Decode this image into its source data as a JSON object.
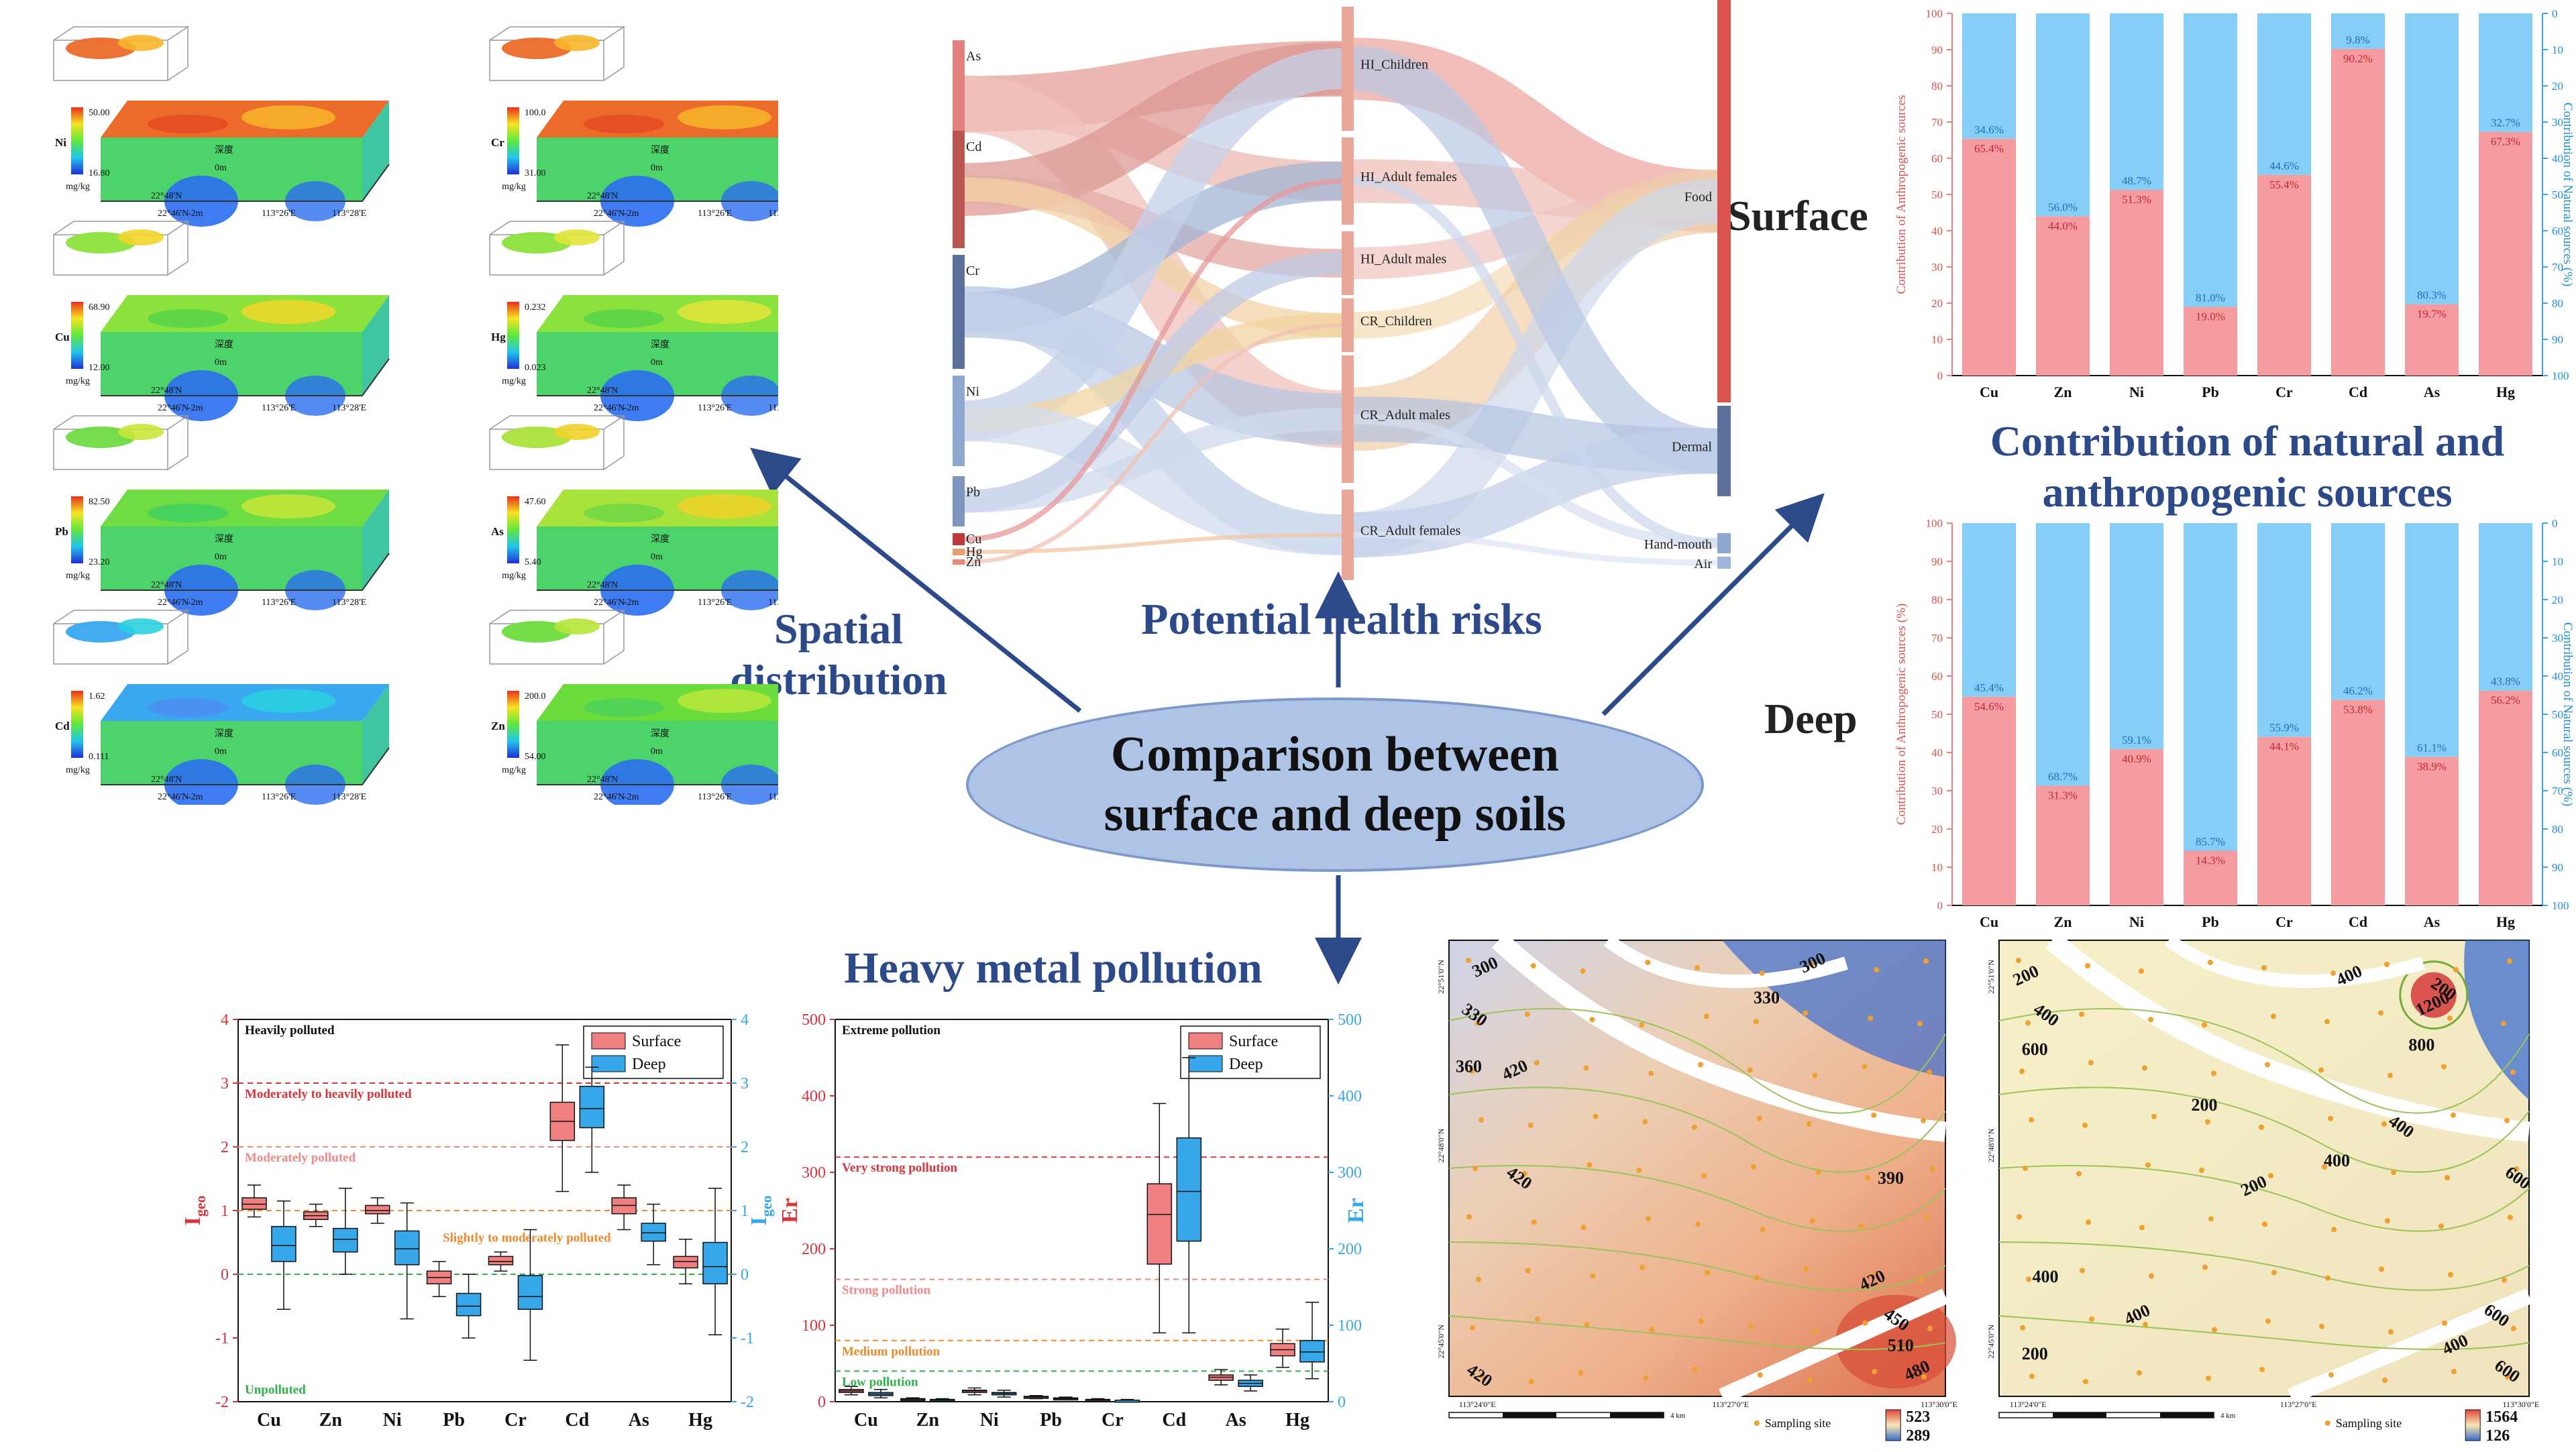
{
  "center": {
    "line1": "Comparison between",
    "line2": "surface and deep soils"
  },
  "titles": {
    "spatial_1": "Spatial",
    "spatial_2": "distribution",
    "health": "Potential  health risks",
    "contrib_1": "Contribution of natural and",
    "contrib_2": "anthropogenic sources",
    "pollution": "Heavy metal pollution",
    "surface": "Surface",
    "deep": "Deep"
  },
  "colors": {
    "arrow": "#2c4a8a",
    "surface": "#f07f80",
    "deep": "#36a8e9",
    "anthro": "#f59ca0",
    "natural": "#84cef8"
  },
  "maps3d": [
    {
      "el": "Ni",
      "max": "50.00",
      "min": "16.80",
      "unit": "mg/kg"
    },
    {
      "el": "Cr",
      "max": "100.0",
      "min": "31.00",
      "unit": "mg/kg"
    },
    {
      "el": "Cu",
      "max": "68.90",
      "min": "12.00",
      "unit": "mg/kg"
    },
    {
      "el": "Hg",
      "max": "0.232",
      "min": "0.023",
      "unit": "mg/kg"
    },
    {
      "el": "Pb",
      "max": "82.50",
      "min": "23.20",
      "unit": "mg/kg"
    },
    {
      "el": "As",
      "max": "47.60",
      "min": "5.40",
      "unit": "mg/kg"
    },
    {
      "el": "Cd",
      "max": "1.62",
      "min": "0.111",
      "unit": "mg/kg"
    },
    {
      "el": "Zn",
      "max": "200.0",
      "min": "54.00",
      "unit": "mg/kg"
    }
  ],
  "map3d_labels": {
    "lat1": "22°48'N",
    "lat2": "22°46'N",
    "lon1": "113°26'E",
    "lon2": "113°28'E",
    "depth": "深度",
    "d0": "0m",
    "d2": "-2m"
  },
  "sankey": {
    "left": [
      "As",
      "Cd",
      "Cr",
      "Ni",
      "Pb",
      "Cu",
      "Hg",
      "Zn"
    ],
    "middle": [
      "HI_Children",
      "HI_Adult females",
      "HI_Adult males",
      "CR_Children",
      "CR_Adult males",
      "CR_Adult females"
    ],
    "right": [
      "Food",
      "Dermal",
      "Hand-mouth",
      "Air"
    ]
  },
  "chart_data": [
    {
      "type": "bar",
      "title": "",
      "categories": [
        "Cu",
        "Zn",
        "Ni",
        "Pb",
        "Cr",
        "Cd",
        "As",
        "Hg"
      ],
      "ylabel": "Contribution of Anthropogenic sources",
      "y2label": "Contribution of Natural sources (%)",
      "ylim": [
        0,
        100
      ],
      "yticks": [
        "0",
        "10",
        "20",
        "30",
        "40",
        "50",
        "60",
        "70",
        "80",
        "90",
        "100"
      ],
      "series": [
        {
          "name": "",
          "values": [
            65.4,
            44.0,
            51.3,
            19.0,
            55.4,
            90.2,
            19.7,
            67.3
          ],
          "labels": [
            "65.4%",
            "44.0%",
            "51.3%",
            "19.0%",
            "55.4%",
            "90.2%",
            "19.7%",
            "67.3%"
          ]
        },
        {
          "name": "",
          "values": [
            34.6,
            56.0,
            48.7,
            81.0,
            44.6,
            9.8,
            80.3,
            32.7
          ],
          "labels": [
            "34.6%",
            "56.0%",
            "48.7%",
            "81.0%",
            "44.6%",
            "9.8%",
            "80.3%",
            "32.7%"
          ]
        }
      ]
    },
    {
      "type": "bar",
      "title": "",
      "categories": [
        "Cu",
        "Zn",
        "Ni",
        "Pb",
        "Cr",
        "Cd",
        "As",
        "Hg"
      ],
      "ylabel": "Contribution of Anthropogenic sources (%)",
      "y2label": "Contribution of Natural sources (%)",
      "ylim": [
        0,
        100
      ],
      "yticks": [
        "0",
        "10",
        "20",
        "30",
        "40",
        "50",
        "60",
        "70",
        "80",
        "90",
        "100"
      ],
      "series": [
        {
          "name": "",
          "values": [
            54.6,
            31.3,
            40.9,
            14.3,
            44.1,
            53.8,
            38.9,
            56.2
          ],
          "labels": [
            "54.6%",
            "31.3%",
            "40.9%",
            "14.3%",
            "44.1%",
            "53.8%",
            "38.9%",
            "56.2%"
          ]
        },
        {
          "name": "",
          "values": [
            45.4,
            68.7,
            59.1,
            85.7,
            55.9,
            46.2,
            61.1,
            43.8
          ],
          "labels": [
            "45.4%",
            "68.7%",
            "59.1%",
            "85.7%",
            "55.9%",
            "46.2%",
            "61.1%",
            "43.8%"
          ]
        }
      ]
    },
    {
      "type": "box",
      "title": "",
      "categories": [
        "Cu",
        "Zn",
        "Ni",
        "Pb",
        "Cr",
        "Cd",
        "As",
        "Hg"
      ],
      "ylim": [
        -2,
        4
      ],
      "yticks": [
        "-2",
        "-1",
        "0",
        "1",
        "2",
        "3",
        "4"
      ],
      "legend": [
        "Surface",
        "Deep"
      ],
      "thresholds": [
        {
          "y": 3,
          "label": "Moderately to heavily polluted",
          "color": "#d9343b"
        },
        {
          "y": 2,
          "label": "Moderately polluted",
          "color": "#f08a8a"
        },
        {
          "y": 1,
          "label": "Slightly to moderately polluted",
          "color": "#f08a2c"
        },
        {
          "y": 0,
          "label": "Unpolluted",
          "color": "#2fb34a"
        }
      ],
      "top_label": "Heavily polluted",
      "series": [
        {
          "name": "Surface",
          "boxes": [
            [
              0.9,
              1.02,
              1.1,
              1.2,
              1.4
            ],
            [
              0.75,
              0.86,
              0.92,
              0.98,
              1.1
            ],
            [
              0.8,
              0.95,
              1.0,
              1.08,
              1.2
            ],
            [
              -0.35,
              -0.15,
              -0.05,
              0.05,
              0.2
            ],
            [
              0.05,
              0.15,
              0.2,
              0.28,
              0.35
            ],
            [
              1.3,
              2.1,
              2.4,
              2.7,
              3.6
            ],
            [
              0.7,
              0.95,
              1.08,
              1.2,
              1.4
            ],
            [
              -0.15,
              0.1,
              0.2,
              0.28,
              0.55
            ]
          ]
        },
        {
          "name": "Deep",
          "boxes": [
            [
              -0.55,
              0.2,
              0.45,
              0.75,
              1.15
            ],
            [
              0.0,
              0.35,
              0.55,
              0.72,
              1.35
            ],
            [
              -0.7,
              0.15,
              0.4,
              0.68,
              1.12
            ],
            [
              -1.0,
              -0.65,
              -0.5,
              -0.3,
              0.0
            ],
            [
              -1.35,
              -0.55,
              -0.35,
              -0.02,
              0.7
            ],
            [
              1.6,
              2.3,
              2.6,
              2.95,
              3.25
            ],
            [
              0.15,
              0.52,
              0.65,
              0.8,
              1.1
            ],
            [
              -0.95,
              -0.15,
              0.12,
              0.5,
              1.35
            ]
          ]
        }
      ]
    },
    {
      "type": "box",
      "title": "",
      "categories": [
        "Cu",
        "Zn",
        "Ni",
        "Pb",
        "Cr",
        "Cd",
        "As",
        "Hg"
      ],
      "ylabel": "Er",
      "ylim": [
        0,
        500
      ],
      "yticks": [
        "0",
        "100",
        "200",
        "300",
        "400",
        "500"
      ],
      "legend": [
        "Surface",
        "Deep"
      ],
      "thresholds": [
        {
          "y": 320,
          "label": "Very strong pollution",
          "color": "#d9343b"
        },
        {
          "y": 160,
          "label": "Strong pollution",
          "color": "#f08a8a"
        },
        {
          "y": 80,
          "label": "Medium pollution",
          "color": "#f08a2c"
        },
        {
          "y": 40,
          "label": "Low pollution",
          "color": "#2fb34a"
        }
      ],
      "top_label": "Extreme pollution",
      "series": [
        {
          "name": "Surface",
          "boxes": [
            [
              9,
              12,
              14,
              16,
              20
            ],
            [
              2,
              3,
              3,
              4,
              5
            ],
            [
              9,
              12,
              14,
              15,
              18
            ],
            [
              4,
              5,
              6,
              7,
              8
            ],
            [
              1,
              2,
              2,
              3,
              4
            ],
            [
              90,
              180,
              245,
              285,
              390
            ],
            [
              22,
              28,
              32,
              35,
              42
            ],
            [
              45,
              60,
              68,
              76,
              95
            ]
          ]
        },
        {
          "name": "Deep",
          "boxes": [
            [
              5,
              8,
              10,
              12,
              16
            ],
            [
              1,
              2,
              2,
              3,
              4
            ],
            [
              6,
              9,
              11,
              12,
              15
            ],
            [
              3,
              4,
              4,
              5,
              6
            ],
            [
              1,
              1,
              2,
              2,
              3
            ],
            [
              90,
              210,
              275,
              345,
              450
            ],
            [
              14,
              20,
              24,
              28,
              35
            ],
            [
              30,
              52,
              65,
              80,
              130
            ]
          ]
        }
      ]
    }
  ],
  "box_axis": {
    "cats": [
      "Cu",
      "Zn",
      "Ni",
      "Pb",
      "Cr",
      "Cd",
      "As",
      "Hg"
    ],
    "igeo_main": "I",
    "igeo_sub": "geo",
    "er": "Er"
  },
  "contour_maps": [
    {
      "max": "523",
      "min": "289",
      "legend": "Sampling site",
      "contours": [
        "300",
        "330",
        "360",
        "420",
        "420",
        "390",
        "420",
        "450",
        "510",
        "480",
        "420",
        "330",
        "300"
      ],
      "lat1": "22°51'0\"N",
      "lat2": "22°48'0\"N",
      "lat3": "22°45'0\"N",
      "lon1": "113°24'0\"E",
      "lon2": "113°27'0\"E",
      "lon3": "113°30'0\"E",
      "scale": "4 km"
    },
    {
      "max": "1564",
      "min": "126",
      "legend": "Sampling site",
      "contours": [
        "200",
        "400",
        "600",
        "400",
        "200",
        "800",
        "1200",
        "400",
        "400",
        "200",
        "600",
        "400",
        "400",
        "600",
        "200",
        "400",
        "600",
        "200"
      ],
      "lat1": "22°51'0\"N",
      "lat2": "22°48'0\"N",
      "lat3": "22°45'0\"N",
      "lon1": "113°24'0\"E",
      "lon2": "113°27'0\"E",
      "lon3": "113°30'0\"E",
      "scale": "4 km"
    }
  ]
}
